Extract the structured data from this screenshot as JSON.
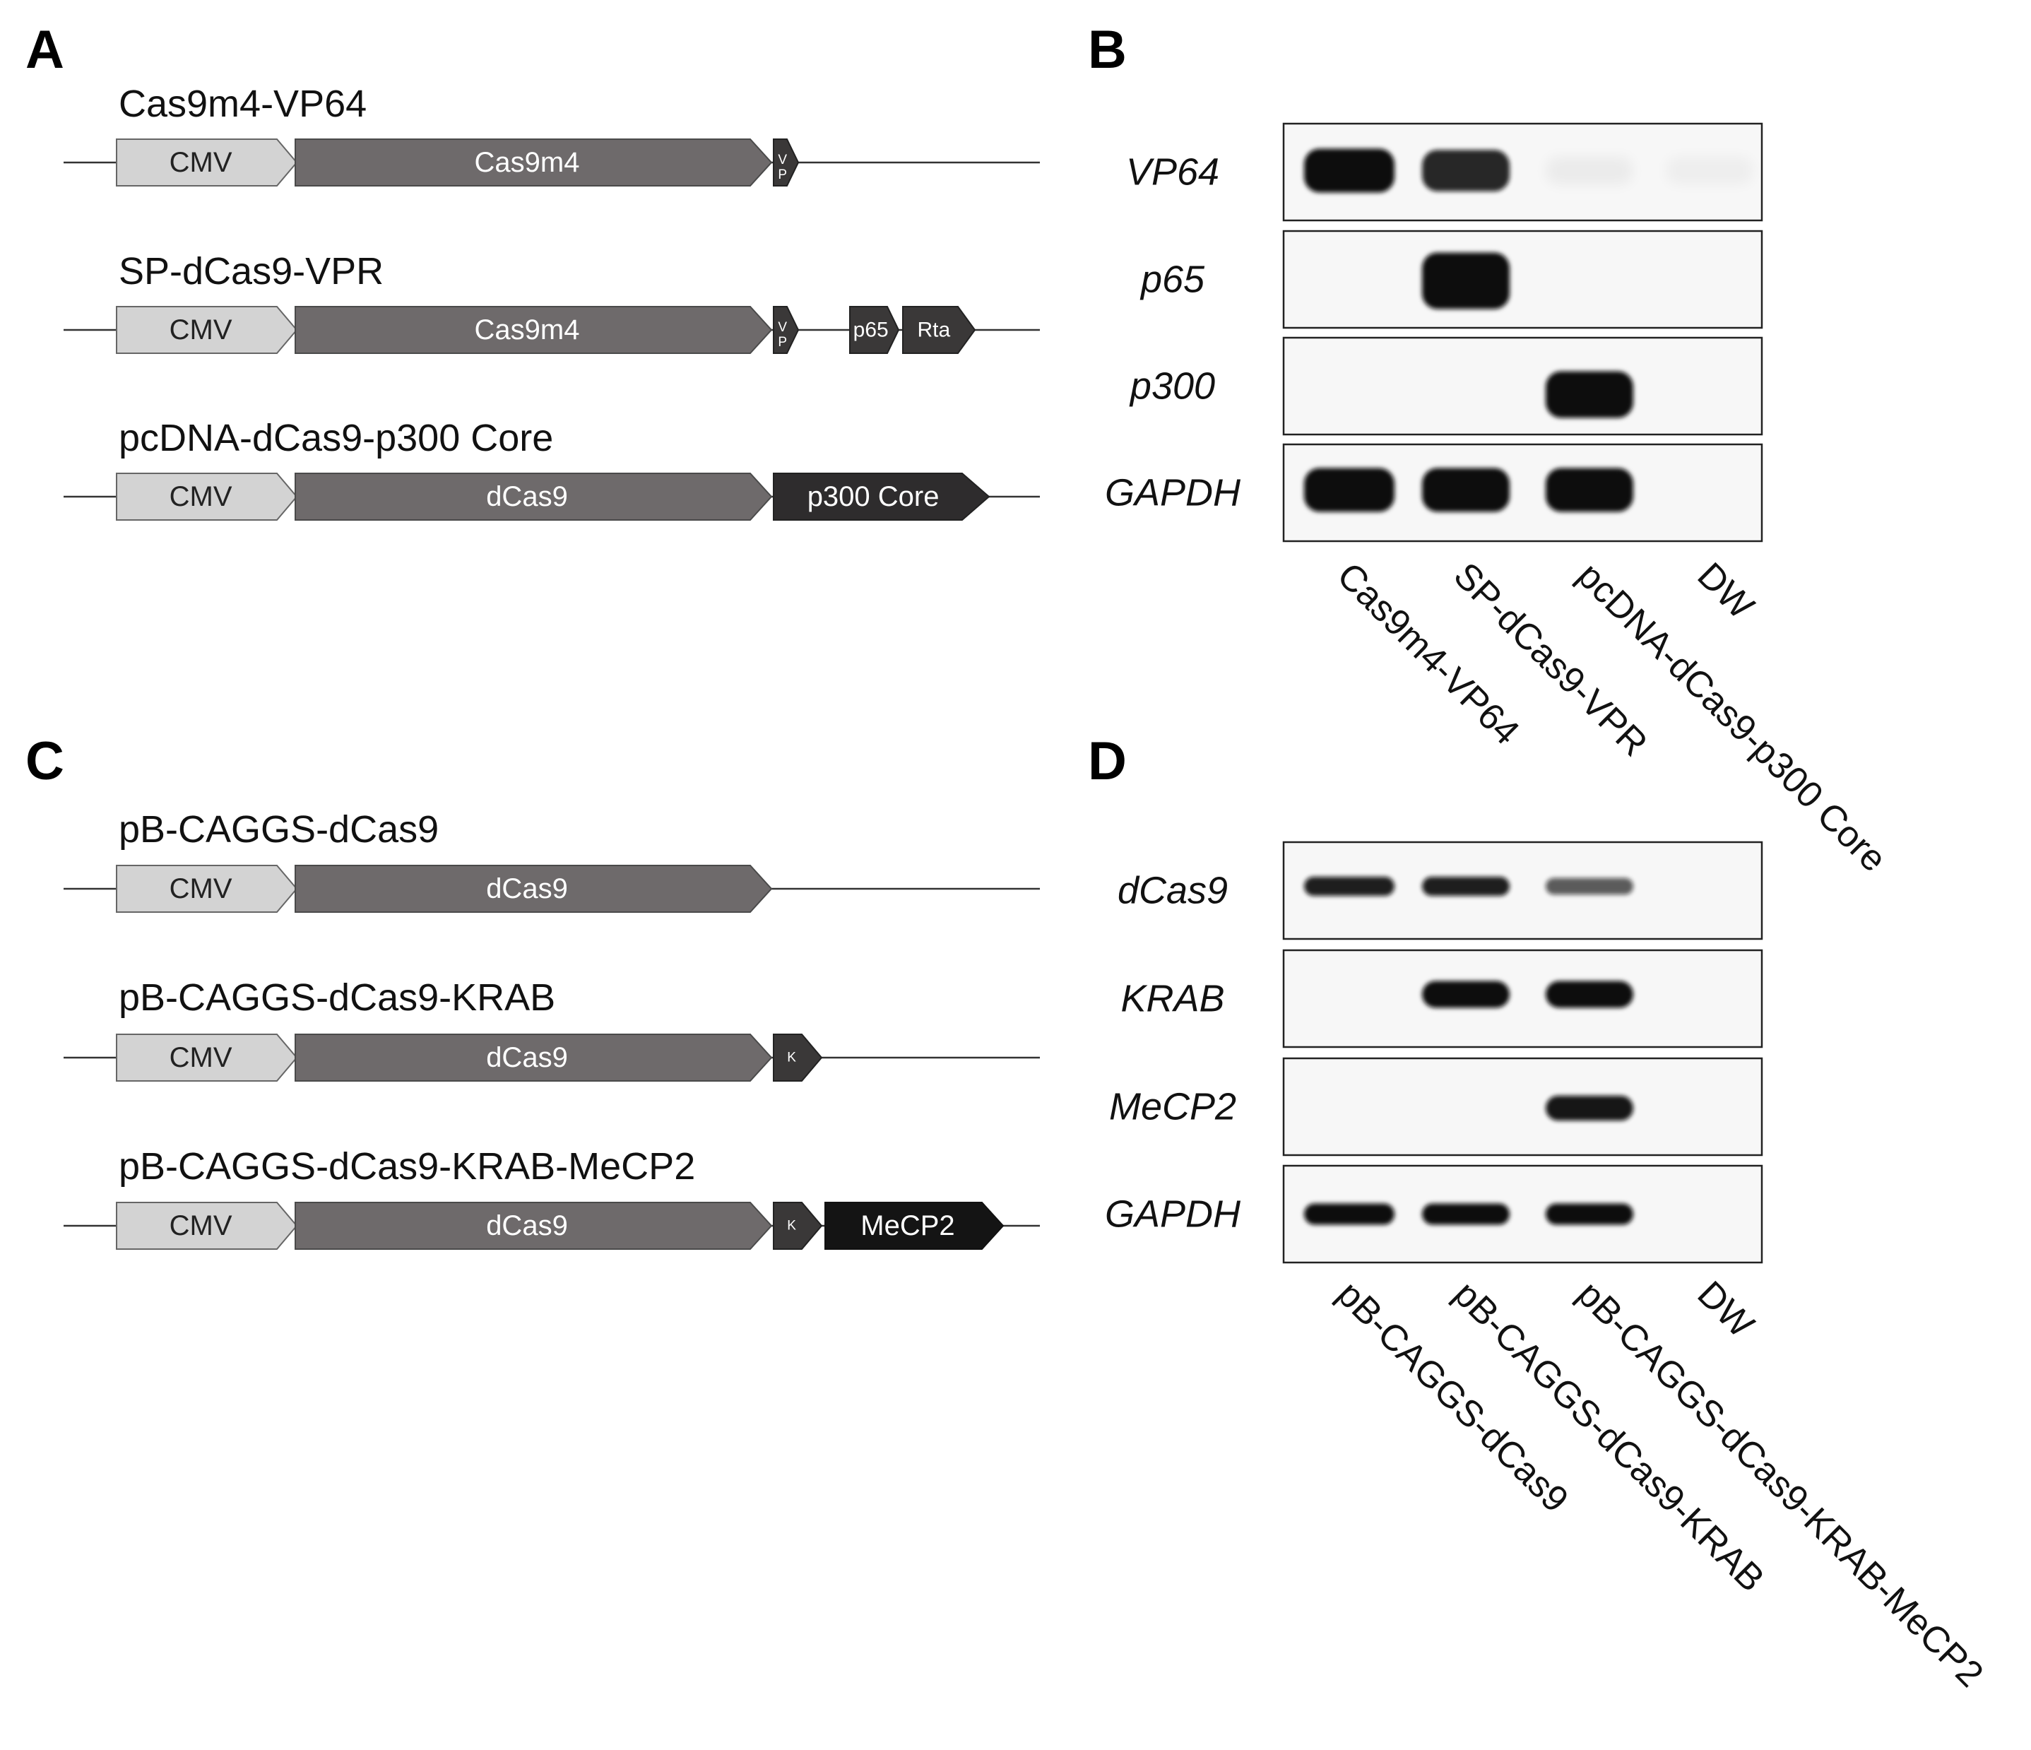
{
  "panels": {
    "A": {
      "letter": "A",
      "constructs": [
        {
          "title": "Cas9m4-VP64",
          "segments": [
            {
              "key": "cmv",
              "label": "CMV"
            },
            {
              "key": "cas",
              "label": "Cas9m4"
            },
            {
              "key": "vp",
              "label": "V\nP"
            }
          ]
        },
        {
          "title": "SP-dCas9-VPR",
          "segments": [
            {
              "key": "cmv",
              "label": "CMV"
            },
            {
              "key": "cas",
              "label": "Cas9m4"
            },
            {
              "key": "vp",
              "label": "V\nP"
            },
            {
              "key": "p65",
              "label": "p65"
            },
            {
              "key": "rta",
              "label": "Rta"
            }
          ]
        },
        {
          "title": "pcDNA-dCas9-p300 Core",
          "segments": [
            {
              "key": "cmv",
              "label": "CMV"
            },
            {
              "key": "cas",
              "label": "dCas9"
            },
            {
              "key": "p300",
              "label": "p300 Core"
            }
          ]
        }
      ]
    },
    "B": {
      "letter": "B",
      "genes": [
        "VP64",
        "p65",
        "p300",
        "GAPDH"
      ],
      "lanes": [
        "Cas9m4-VP64",
        "SP-dCas9-VPR",
        "pcDNA-dCas9-p300 Core",
        "DW"
      ],
      "band_intensity": [
        [
          1.0,
          0.85,
          0.04,
          0.03
        ],
        [
          0.0,
          1.0,
          0.0,
          0.0
        ],
        [
          0.0,
          0.0,
          1.0,
          0.0
        ],
        [
          1.0,
          1.0,
          1.0,
          0.0
        ]
      ]
    },
    "C": {
      "letter": "C",
      "constructs": [
        {
          "title": "pB-CAGGS-dCas9",
          "segments": [
            {
              "key": "cmv",
              "label": "CMV"
            },
            {
              "key": "cas",
              "label": "dCas9"
            }
          ]
        },
        {
          "title": "pB-CAGGS-dCas9-KRAB",
          "segments": [
            {
              "key": "cmv",
              "label": "CMV"
            },
            {
              "key": "cas",
              "label": "dCas9"
            },
            {
              "key": "k",
              "label": "K"
            }
          ]
        },
        {
          "title": "pB-CAGGS-dCas9-KRAB-MeCP2",
          "segments": [
            {
              "key": "cmv",
              "label": "CMV"
            },
            {
              "key": "cas",
              "label": "dCas9"
            },
            {
              "key": "k",
              "label": "K"
            },
            {
              "key": "mecp2",
              "label": "MeCP2"
            }
          ]
        }
      ]
    },
    "D": {
      "letter": "D",
      "genes": [
        "dCas9",
        "KRAB",
        "MeCP2",
        "GAPDH"
      ],
      "lanes": [
        "pB-CAGGS-dCas9",
        "pB-CAGGS-dCas9-KRAB",
        "pB-CAGGS-dCas9-KRAB-MeCP2",
        "DW"
      ],
      "band_intensity": [
        [
          0.9,
          0.9,
          0.55,
          0.0
        ],
        [
          0.0,
          1.0,
          1.0,
          0.0
        ],
        [
          0.0,
          0.0,
          0.95,
          0.0
        ],
        [
          1.0,
          1.0,
          1.0,
          0.0
        ]
      ]
    }
  },
  "colors": {
    "cmv_fill": "#d3d3d3",
    "cas_fill": "#6e6a6b",
    "small_domain_fill": "#3a3838",
    "p300_fill": "#2e2c2d",
    "mecp2_fill": "#141414",
    "backbone": "#333333",
    "gel_bg": "#f7f7f7",
    "gel_border": "#222222",
    "band": "#0a0a0a"
  }
}
